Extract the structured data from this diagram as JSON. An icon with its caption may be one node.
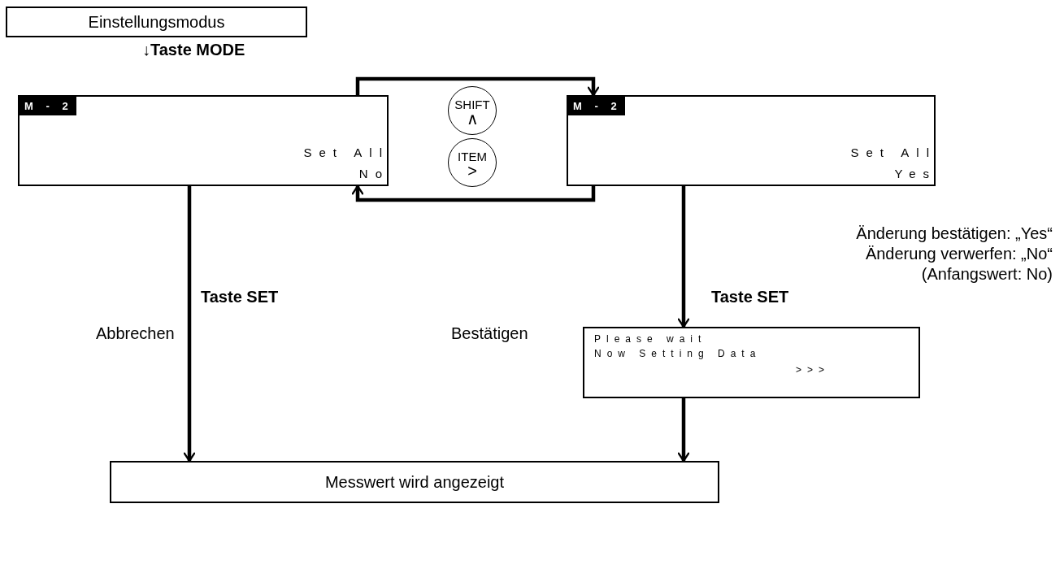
{
  "diagram": {
    "nodes": [
      {
        "text": [
          "Einstellungsmodus"
        ]
      },
      {
        "text": [
          "M - 2",
          "Set All",
          "No"
        ]
      },
      {
        "text": [
          "SHIFT",
          "∧"
        ]
      },
      {
        "text": [
          "ITEM",
          ">"
        ]
      },
      {
        "text": [
          "M - 2",
          "Set All",
          "Yes"
        ]
      },
      {
        "text": [
          "Please wait",
          "Now Setting Data",
          ">>>"
        ]
      },
      {
        "text": [
          "Messwert wird angezeigt"
        ]
      }
    ],
    "edges": [
      {
        "from": 1,
        "to": 4,
        "arrow": "to"
      },
      {
        "from": 4,
        "to": 1,
        "arrow": "to"
      },
      {
        "from": 1,
        "to": 6,
        "arrow": "to",
        "label": "Taste SET"
      },
      {
        "from": 4,
        "to": 5,
        "arrow": "to",
        "label": "Taste SET"
      },
      {
        "from": 5,
        "to": 6,
        "arrow": "to"
      }
    ],
    "labels": [
      "↓Taste MODE",
      "Änderung bestätigen: „Yes“",
      "Änderung verwerfen: „No“",
      "(Anfangswert: No)",
      "Abbrechen",
      "Bestätigen"
    ]
  }
}
